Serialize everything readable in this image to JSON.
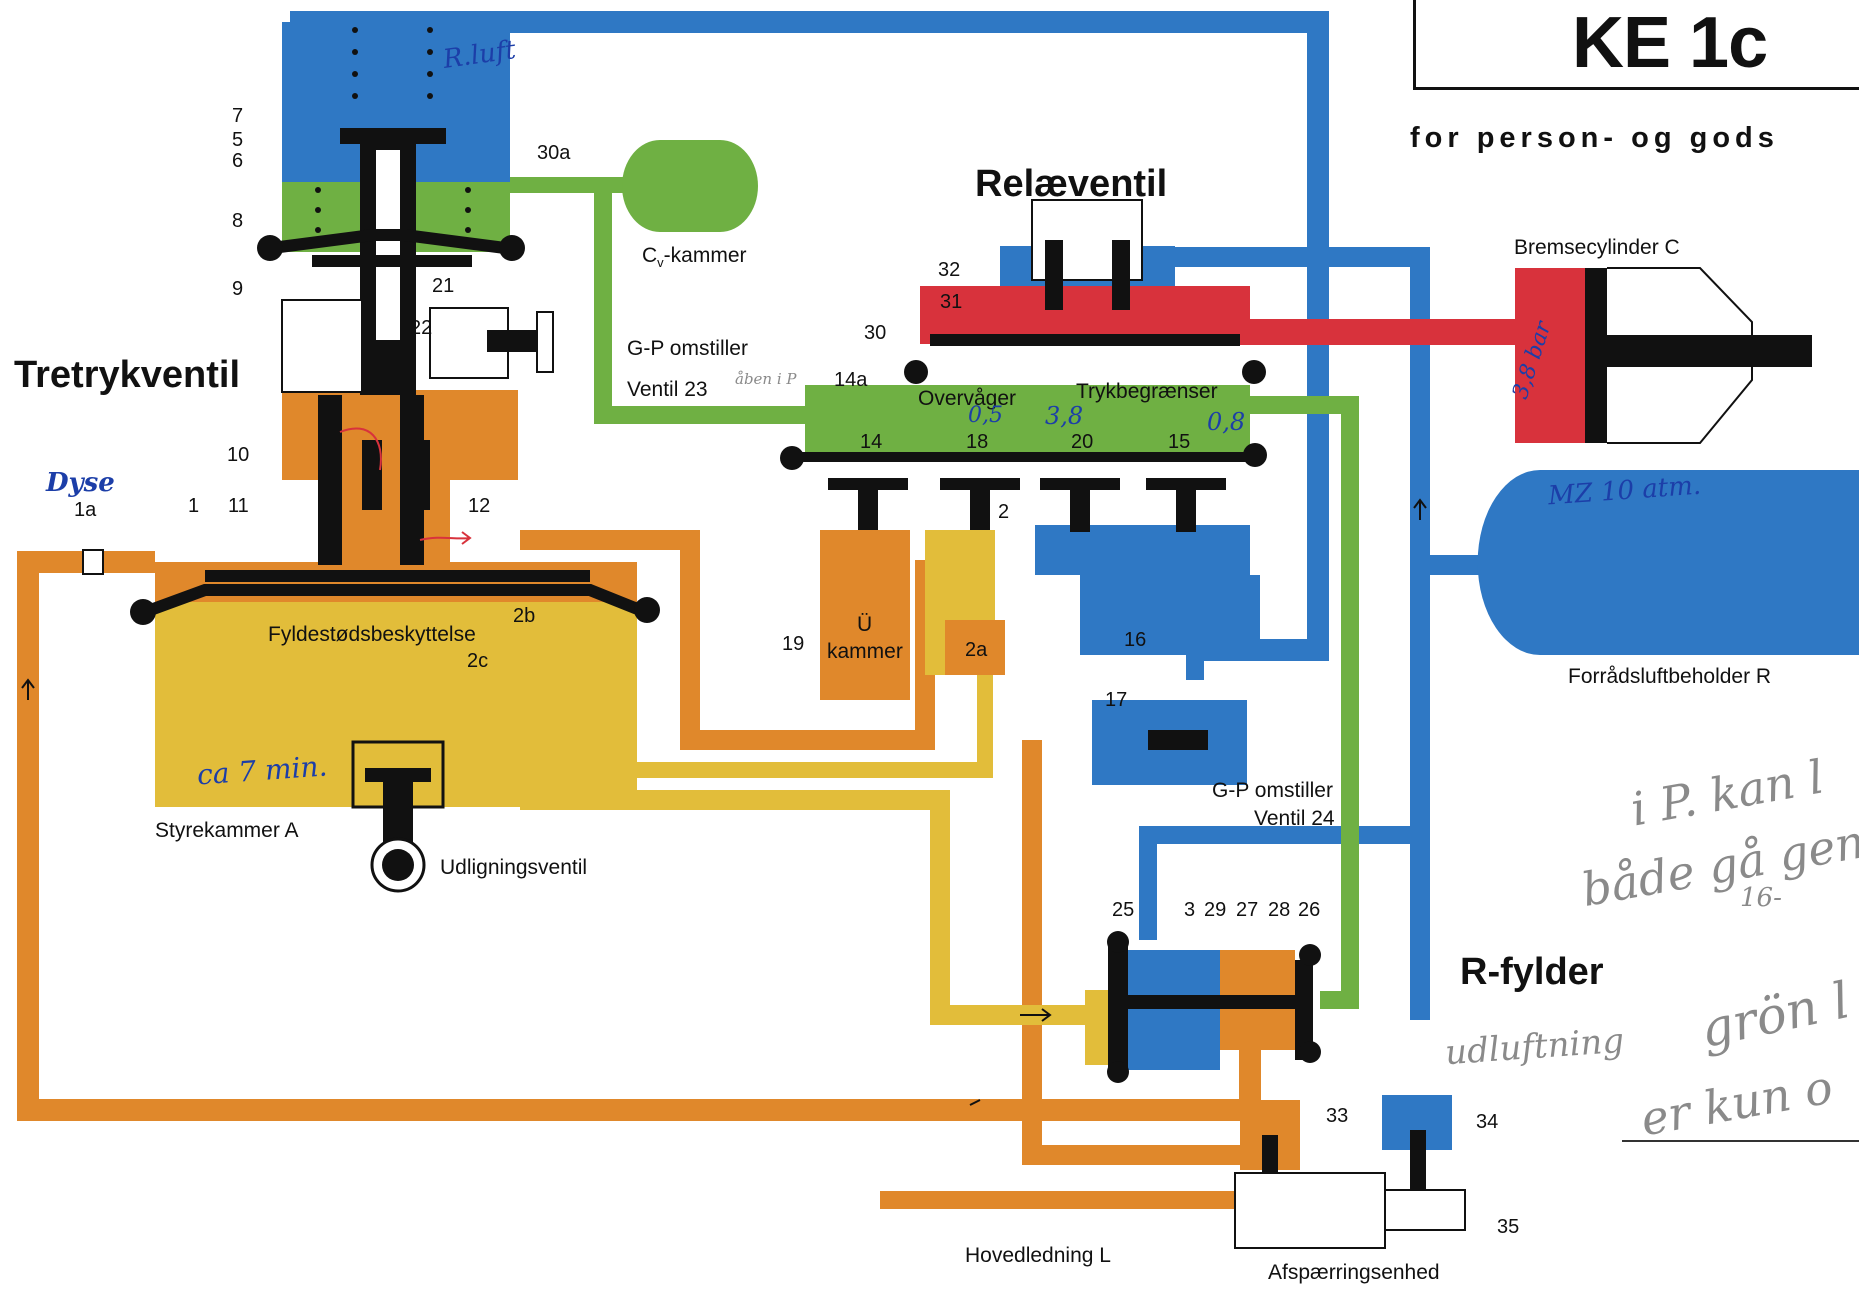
{
  "header": {
    "title": "KE 1c",
    "subtitle": "for person- og gods"
  },
  "colors": {
    "blue": "#2f78c4",
    "green": "#6fb043",
    "orange": "#e0882b",
    "yellow": "#e2bd3a",
    "red": "#d8323c",
    "black": "#111111"
  },
  "labels": {
    "tretrykventil": "Tretrykventil",
    "relaeventil": "Relæventil",
    "r_fylder": "R-fylder",
    "cv_kammer": "C",
    "cv_sub": "v",
    "cv_suffix": "-kammer",
    "gp_omstiller_top": "G-P omstiller",
    "ventil23": "Ventil 23",
    "bremsecylinder": "Bremsecylinder C",
    "overvaager": "Overvåger",
    "trykbegraenser": "Trykbegrænser",
    "fyldestods": "Fyldestødsbeskyttelse",
    "u_kammer_u": "Ü",
    "u_kammer": "kammer",
    "styrekammer": "Styrekammer A",
    "udligningsventil": "Udligningsventil",
    "forradsluft": "Forrådsluftbeholder R",
    "gp_omstiller_bottom": "G-P omstiller",
    "ventil24": "Ventil 24",
    "hovedledning": "Hovedledning L",
    "afsparringsenhed": "Afspærringsenhed"
  },
  "numbers": {
    "n7": "7",
    "n5": "5",
    "n6": "6",
    "n8": "8",
    "n9": "9",
    "n30a": "30a",
    "n21": "21",
    "n22": "22",
    "n32": "32",
    "n31": "31",
    "n30": "30",
    "n14a": "14a",
    "n14": "14",
    "n18": "18",
    "n20": "20",
    "n15": "15",
    "n10": "10",
    "n11": "11",
    "n12": "12",
    "n1": "1",
    "n1a": "1a",
    "n2": "2",
    "n2b": "2b",
    "n2c": "2c",
    "n2a": "2a",
    "n19": "19",
    "n16": "16",
    "n17": "17",
    "n25": "25",
    "n3": "3",
    "n29": "29",
    "n27": "27",
    "n28": "28",
    "n26": "26",
    "n33": "33",
    "n34": "34",
    "n35": "35"
  },
  "handwriting": {
    "r_luft": "R.luft",
    "dyse": "Dyse",
    "open_p": "åben i P",
    "v01": "0,5",
    "v38": "3,8",
    "v08": "0,8",
    "mz": "MZ 10 atm.",
    "bar": "3,8 bar",
    "ca_7min": "ca 7 min.",
    "udluftning": "udluftning",
    "note1": "i P. kan l",
    "note2": "både gå genn",
    "note3": "16-",
    "note4": "grön l",
    "note5": "er kun o"
  }
}
